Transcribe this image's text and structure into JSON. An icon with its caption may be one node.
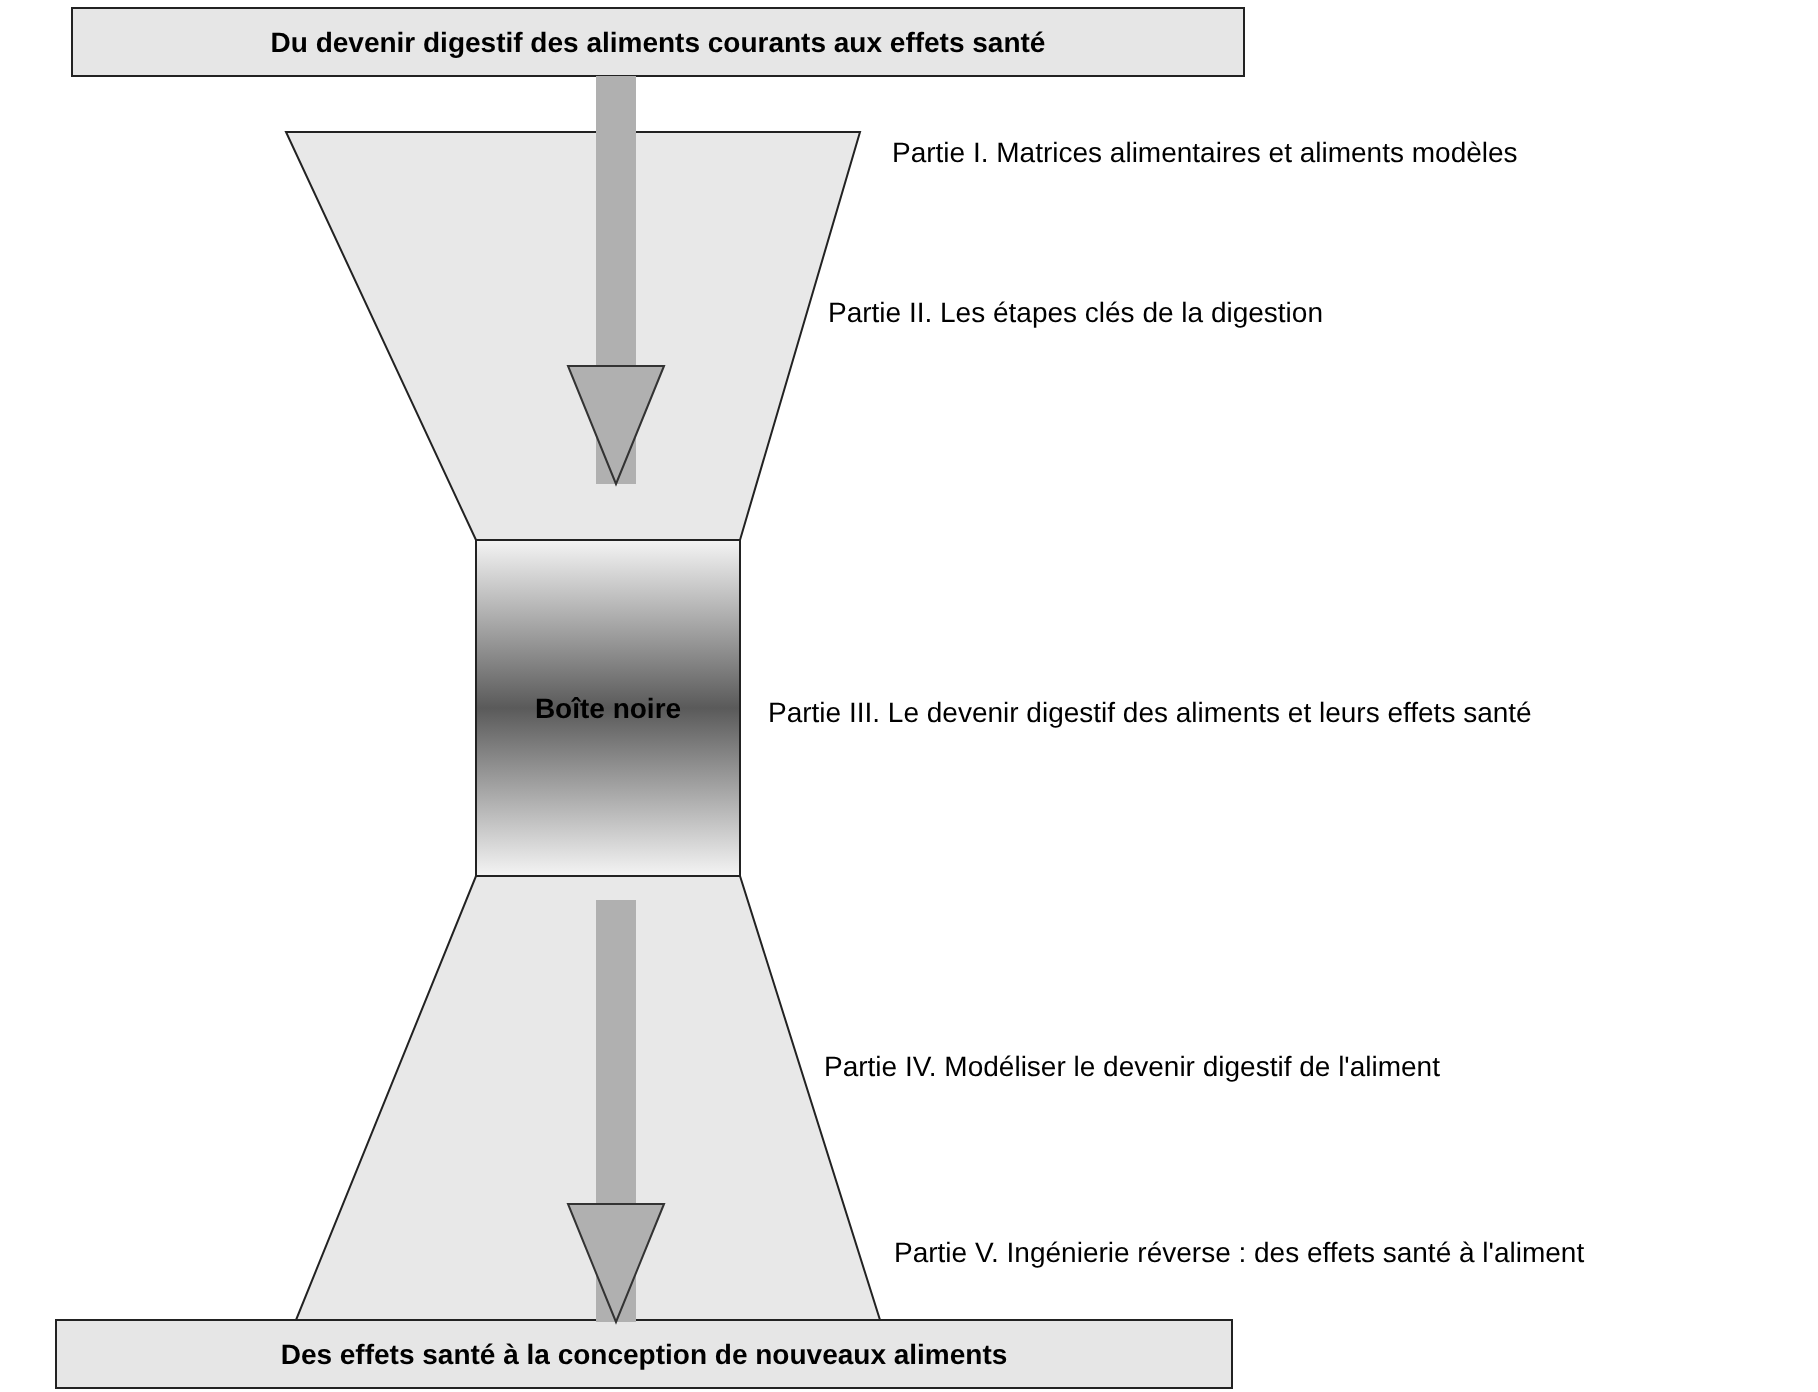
{
  "diagram": {
    "nodes": [
      {
        "text": [
          "Du devenir digestif des aliments courants aux effets santé"
        ]
      },
      {
        "text": [],
        "shape": "trapezoid"
      },
      {
        "text": [
          "Boîte noire"
        ]
      },
      {
        "text": [],
        "shape": "trapezoid"
      },
      {
        "text": [
          "Des effets santé à la conception de nouveaux aliments"
        ]
      }
    ],
    "edges": [
      {
        "from": 0,
        "to": 1,
        "arrow": "to"
      },
      {
        "from": 3,
        "to": 4,
        "arrow": "to"
      }
    ],
    "labels": [
      "Partie I. Matrices alimentaires et aliments modèles",
      "Partie II. Les étapes clés de la digestion",
      "Partie III. Le devenir digestif des aliments et leurs effets santé",
      "Partie IV. Modéliser le devenir digestif de l'aliment",
      "Partie V. Ingénierie réverse : des effets santé à l'aliment"
    ]
  }
}
